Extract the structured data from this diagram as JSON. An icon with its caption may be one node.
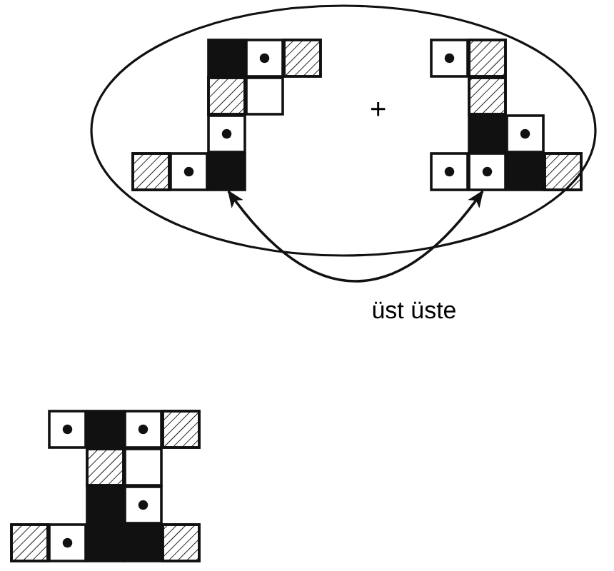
{
  "diagram": {
    "nodes": [
      {
        "text": [
          "+"
        ]
      },
      {
        "text": [],
        "shape": "picture",
        "in": 0
      },
      {
        "text": [],
        "shape": "picture",
        "in": 0
      },
      {
        "text": [],
        "shape": "picture"
      }
    ],
    "edges": [
      {
        "from": 1,
        "to": 2,
        "arrow": "both",
        "label": "üst üste"
      }
    ]
  }
}
